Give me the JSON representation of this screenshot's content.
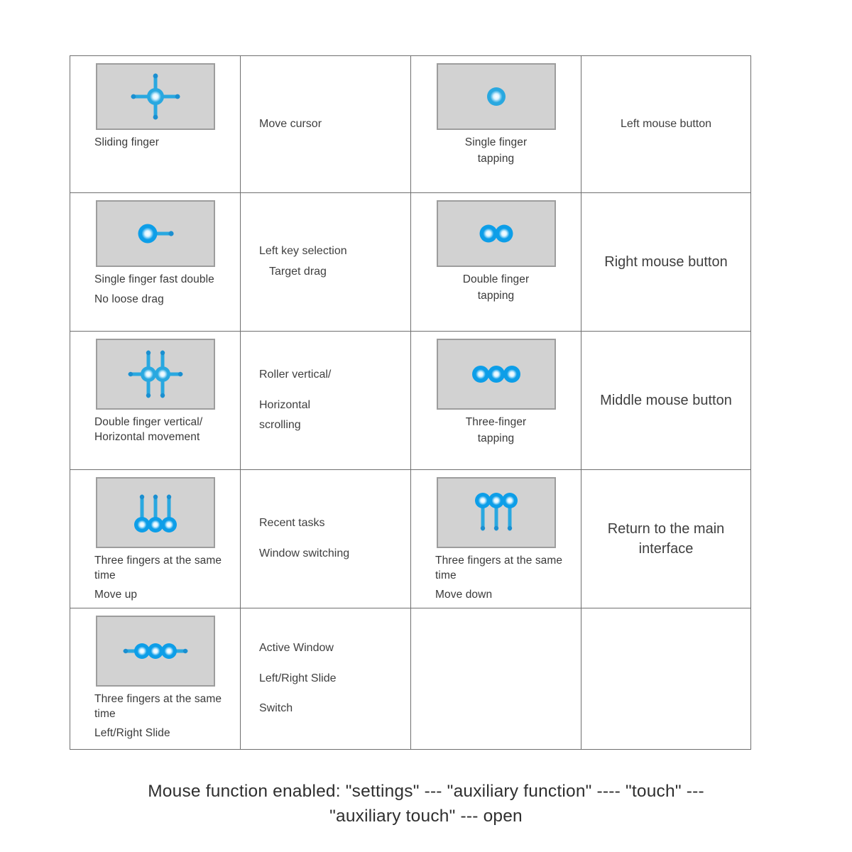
{
  "table": {
    "columns": [
      "gesture",
      "description",
      "gesture",
      "description"
    ],
    "rows": [
      {
        "left_gesture": {
          "name": "Sliding finger",
          "sub": "",
          "icon": "cross-arrows-one-dot-icon"
        },
        "left_desc": {
          "line1": "Move cursor",
          "line2": "",
          "line3": ""
        },
        "right_gesture": {
          "name": "Single finger",
          "sub": "tapping",
          "icon": "single-dot-icon"
        },
        "right_result": "Left mouse button"
      },
      {
        "left_gesture": {
          "name": "Single finger fast",
          "sub": "double",
          "extra": "No loose drag",
          "icon": "dot-with-drag-line-icon"
        },
        "left_desc": {
          "line1": "Left key selection",
          "line2": "Target drag",
          "line3": ""
        },
        "right_gesture": {
          "name": "Double finger",
          "sub": "tapping",
          "icon": "two-dots-icon"
        },
        "right_result": "Right mouse button"
      },
      {
        "left_gesture": {
          "name": "Double finger",
          "sub": "vertical/",
          "extra": "Horizontal",
          "extra2": "movement",
          "icon": "two-cross-arrows-icon"
        },
        "left_desc": {
          "line1": "Roller vertical/",
          "line2": "Horizontal",
          "line3": "scrolling"
        },
        "right_gesture": {
          "name": "Three-finger",
          "sub": "tapping",
          "icon": "three-dots-icon"
        },
        "right_result": "Middle mouse button"
      },
      {
        "left_gesture": {
          "name": "Three fingers at",
          "sub": "the same time",
          "extra": "Move up",
          "icon": "three-fingers-swipe-up-icon"
        },
        "left_desc": {
          "line1": "Recent tasks",
          "line2": "Window switching",
          "line3": ""
        },
        "right_gesture": {
          "name": "Three fingers at",
          "sub": "the same time",
          "extra": "Move down",
          "icon": "three-fingers-swipe-down-icon"
        },
        "right_result": "Return to the main interface"
      },
      {
        "left_gesture": {
          "name": "Three fingers at",
          "sub": "the same time",
          "extra": "Left/Right Slide",
          "icon": "three-fingers-slide-horizontal-icon"
        },
        "left_desc": {
          "line1": "Active Window",
          "line2": "Left/Right Slide",
          "line3": "Switch"
        },
        "right_gesture": {
          "name": "",
          "sub": "",
          "icon": ""
        },
        "right_result": ""
      }
    ]
  },
  "footer": {
    "line1": "Mouse function enabled: \"settings\" --- \"auxiliary function\" ---- \"touch\" ---",
    "line2": "\"auxiliary touch\" --- open"
  },
  "colors": {
    "accent_blue": "#29a8e0",
    "accent_blue_dark": "#1b8fd0",
    "pad_fill": "#d2d2d2",
    "pad_border": "#9d9d9d",
    "grid_line": "#6f6f6f",
    "text": "#3f3f3f",
    "background": "#ffffff"
  },
  "result_labels": {
    "r1": "Left mouse button",
    "r2": "Right mouse button",
    "r3": "Middle mouse button",
    "r4": "Return to the main interface"
  }
}
